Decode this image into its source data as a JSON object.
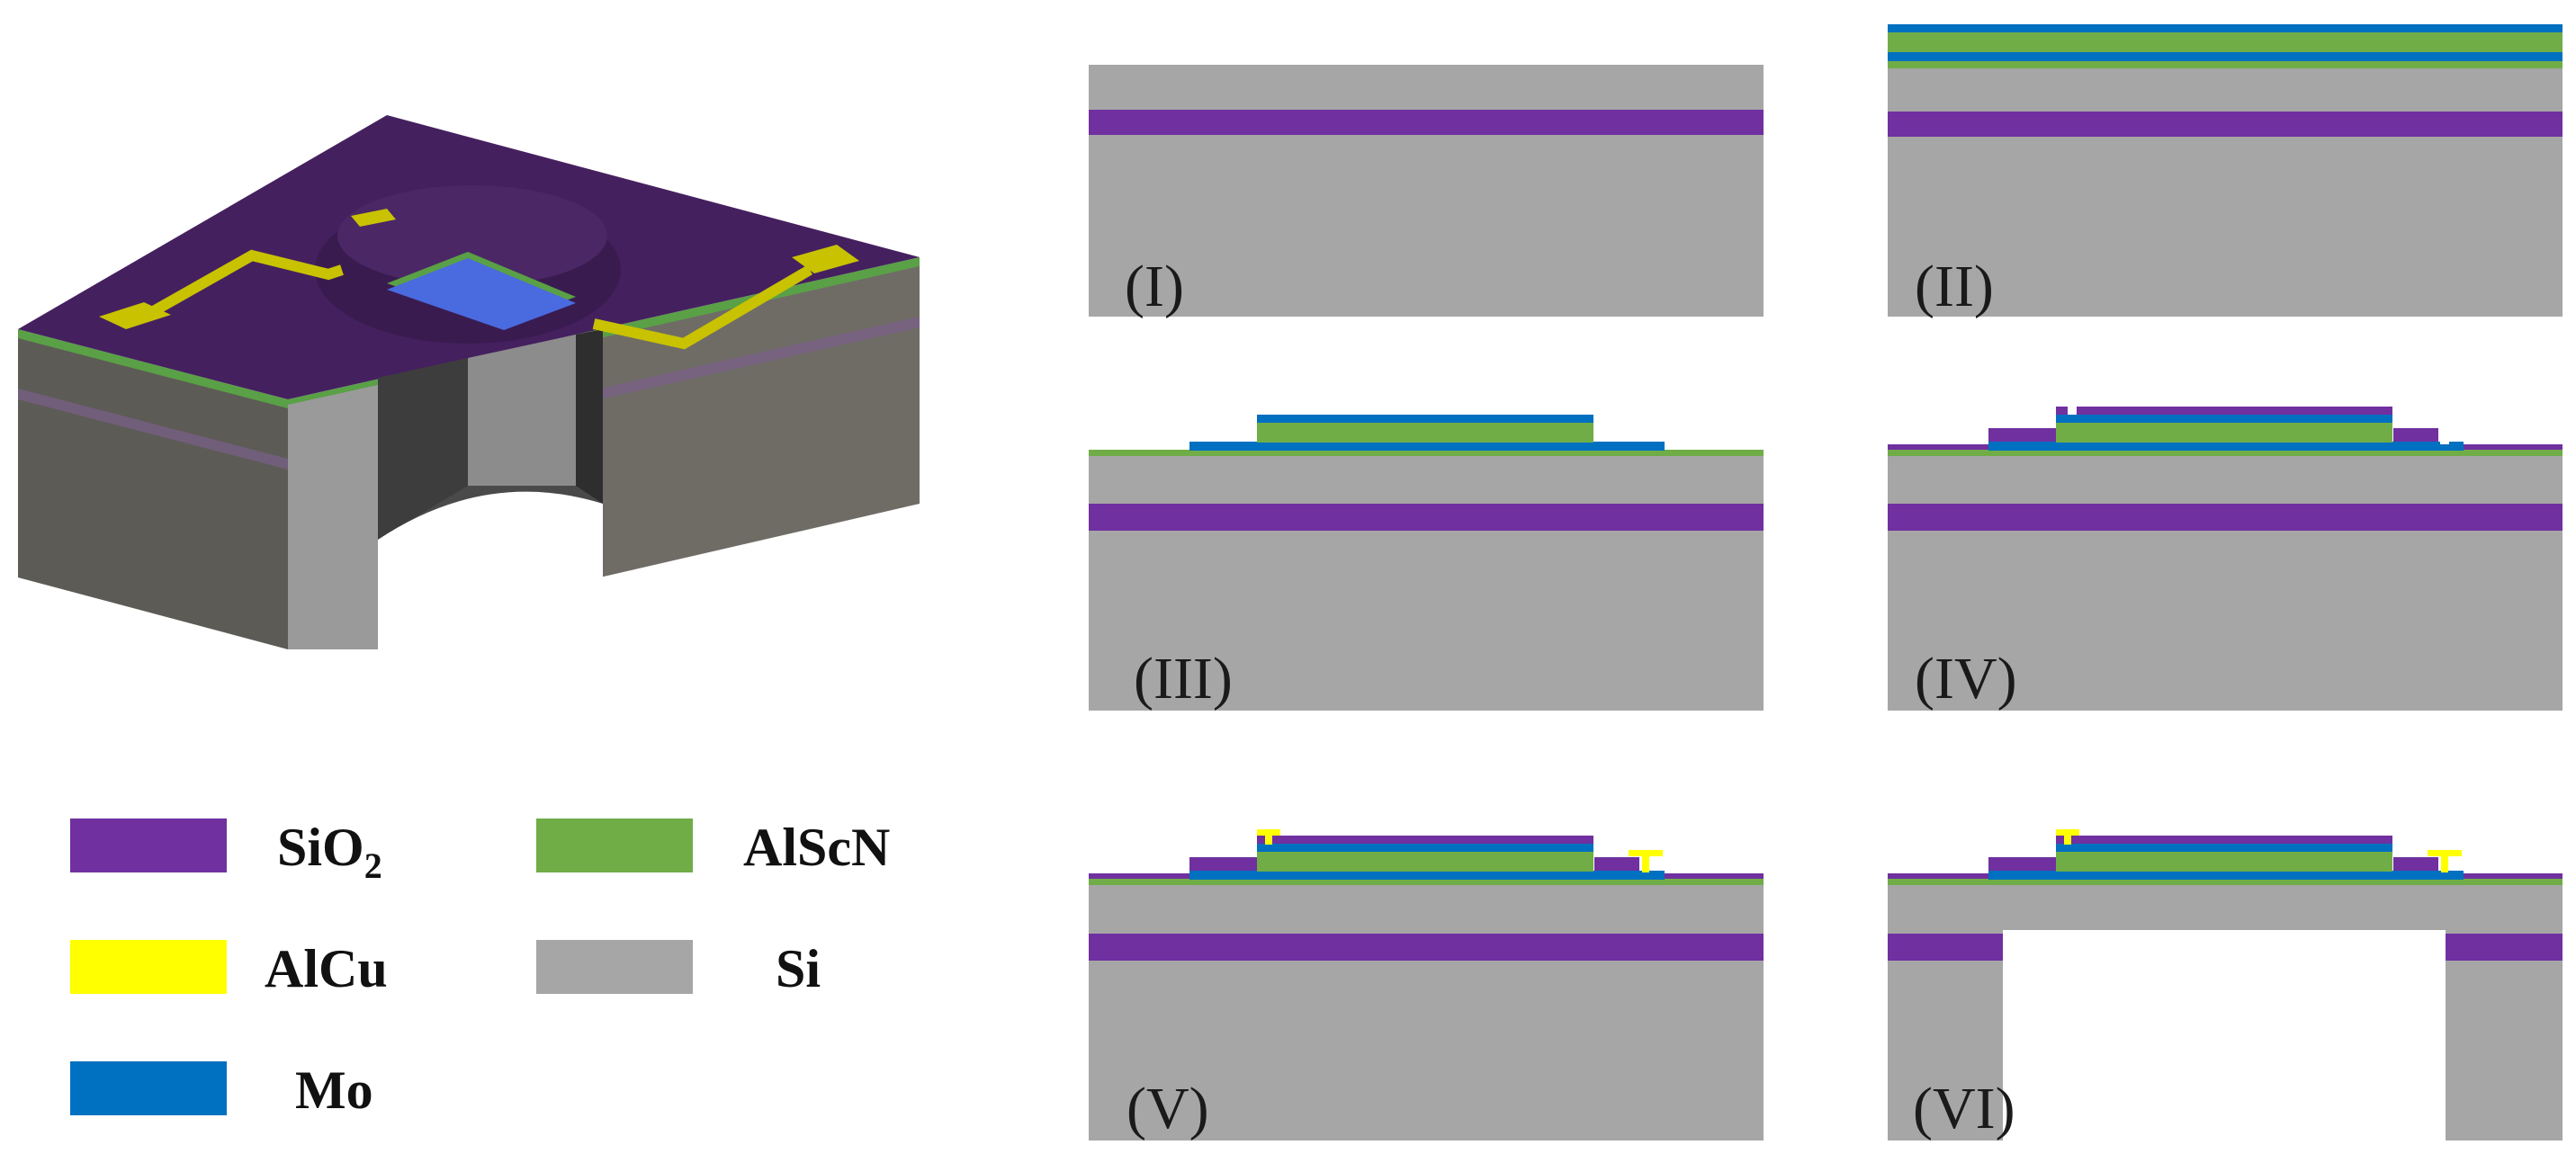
{
  "materials": {
    "SiO2": {
      "formula_main": "SiO",
      "formula_sub": "2",
      "color": "#7030A0"
    },
    "AlScN": {
      "label": "AlScN",
      "color": "#70AD47"
    },
    "AlCu": {
      "label": "AlCu",
      "color": "#FFFF00"
    },
    "Si": {
      "label": "Si",
      "color": "#A6A6A6"
    },
    "Mo": {
      "label": "Mo",
      "color": "#0070C0"
    }
  },
  "steps": [
    {
      "label": "(I)"
    },
    {
      "label": "(II)"
    },
    {
      "label": "(III)"
    },
    {
      "label": "(IV)"
    },
    {
      "label": "(V)"
    },
    {
      "label": "(VI)"
    }
  ],
  "render_3d": {
    "top_color": "#45205f",
    "side_color": "#5a5a5a",
    "cavity_color": "#3a3a3a"
  }
}
